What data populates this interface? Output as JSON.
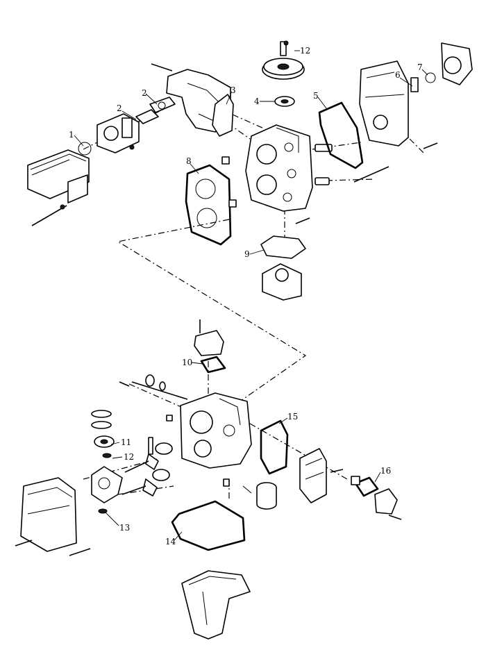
{
  "callouts": {
    "c1": "1",
    "c2a": "2",
    "c2b": "2",
    "c3": "3",
    "c4": "4",
    "c5": "5",
    "c6": "6",
    "c7": "7",
    "c8": "8",
    "c9": "9",
    "c10": "10",
    "c11": "11",
    "c12a": "12",
    "c12b": "12",
    "c13": "13",
    "c14": "14",
    "c15": "15",
    "c16": "16"
  }
}
